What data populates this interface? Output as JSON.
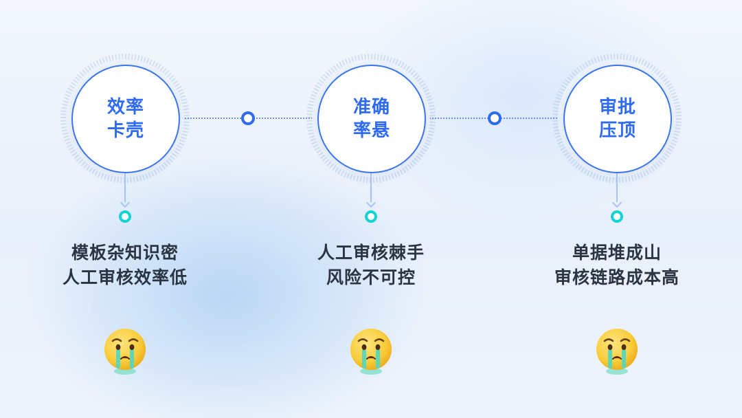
{
  "steps": [
    {
      "title_lines": [
        "效率",
        "卡壳"
      ],
      "desc_lines": [
        "模板杂知识密",
        "人工审核效率低"
      ],
      "icon": "crying-face-icon"
    },
    {
      "title_lines": [
        "准确",
        "率悬"
      ],
      "desc_lines": [
        "人工审核棘手",
        "风险不可控"
      ],
      "icon": "crying-face-icon"
    },
    {
      "title_lines": [
        "审批",
        "压顶"
      ],
      "desc_lines": [
        "单据堆成山",
        "审核链路成本高"
      ],
      "icon": "crying-face-icon"
    }
  ],
  "colors": {
    "accent": "#2f6bf0",
    "teal": "#14d3d3",
    "text": "#2b3442"
  }
}
